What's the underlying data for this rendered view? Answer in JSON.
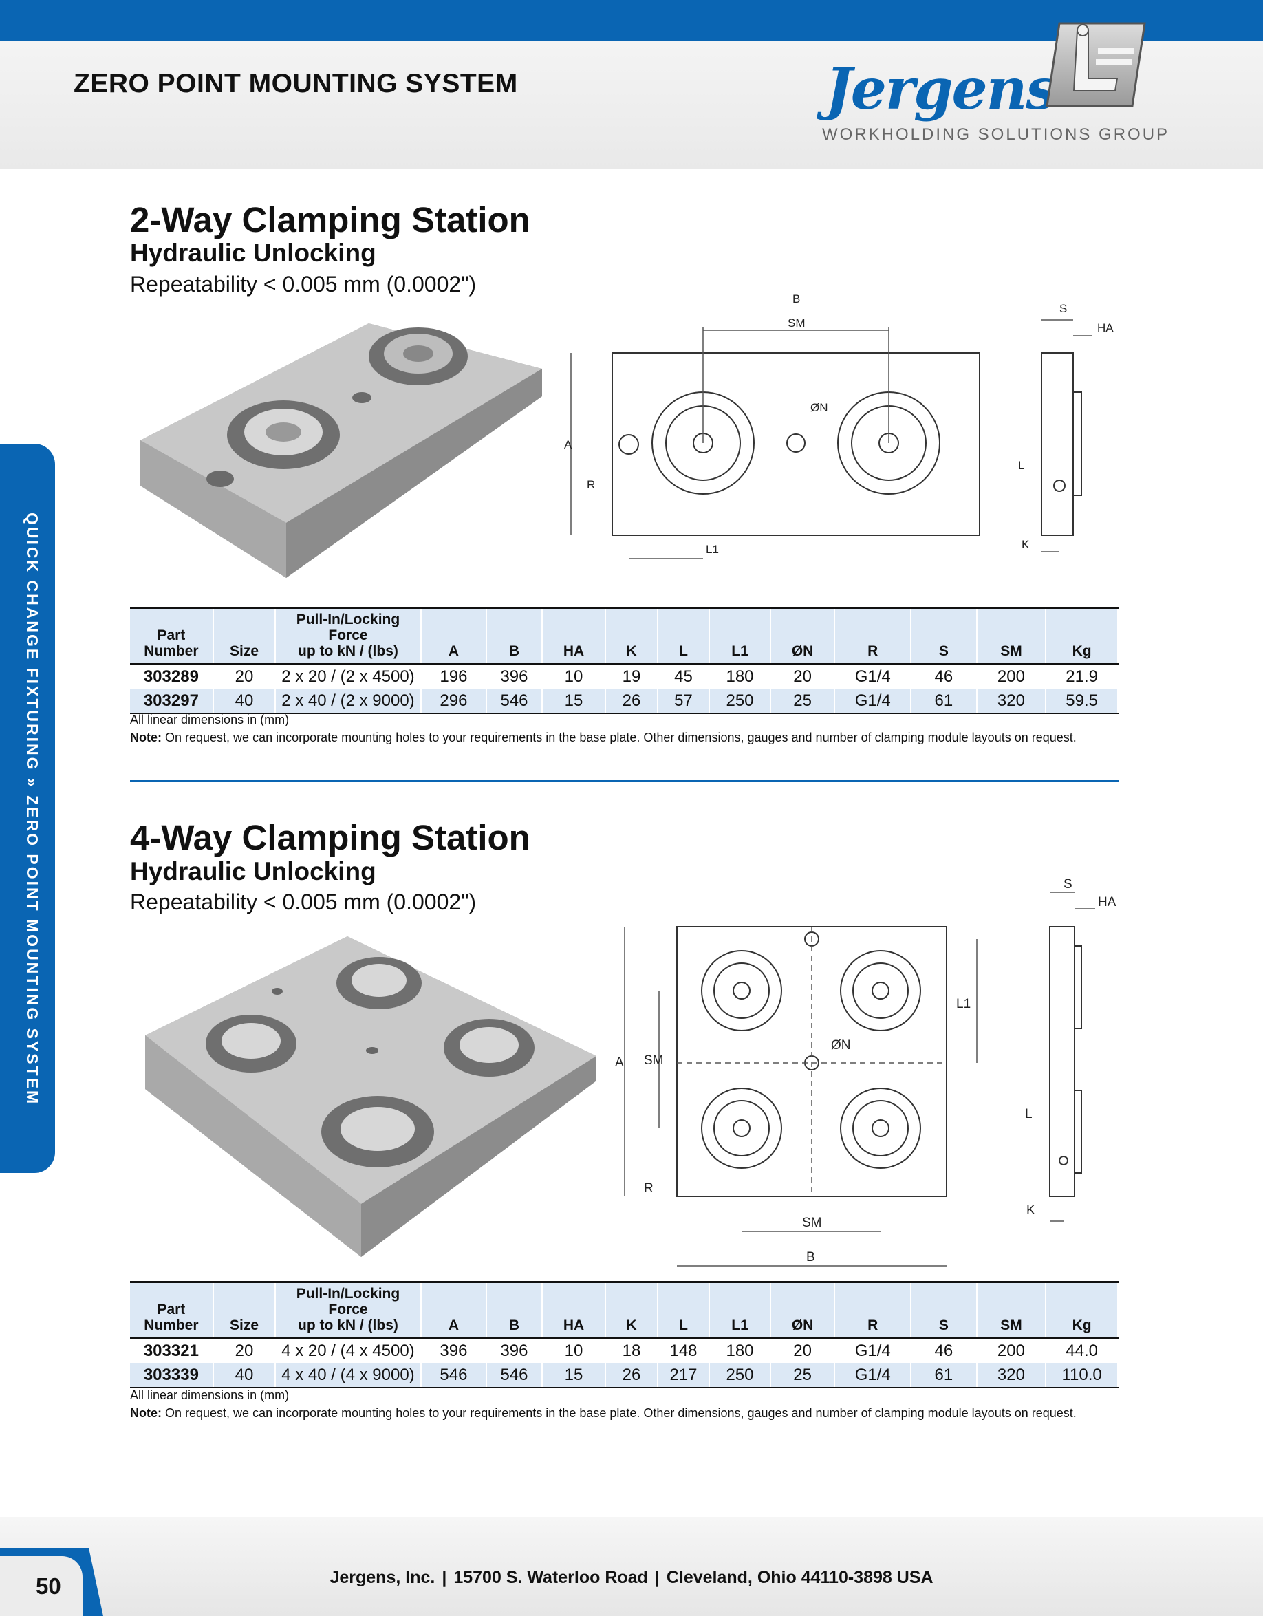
{
  "header": {
    "title": "ZERO POINT MOUNTING SYSTEM",
    "brand": "Jergens",
    "tagline": "WORKHOLDING SOLUTIONS GROUP",
    "accent_color": "#0a65b3"
  },
  "side_tab": {
    "text": "QUICK CHANGE FIXTURING » ZERO POINT MOUNTING SYSTEM"
  },
  "headers": {
    "part_number_l1": "Part",
    "part_number_l2": "Number",
    "size": "Size",
    "force_l1": "Pull-In/Locking Force",
    "force_l2": "up to kN / (lbs)",
    "a": "A",
    "b": "B",
    "ha": "HA",
    "k": "K",
    "l": "L",
    "l1": "L1",
    "on": "ØN",
    "r": "R",
    "s": "S",
    "sm": "SM",
    "kg": "Kg"
  },
  "section1": {
    "title": "2-Way Clamping Station",
    "subtitle": "Hydraulic Unlocking",
    "repeatability": "Repeatability < 0.005 mm (0.0002\")",
    "rows": [
      {
        "part": "303289",
        "size": "20",
        "force": "2 x 20 / (2 x 4500)",
        "a": "196",
        "b": "396",
        "ha": "10",
        "k": "19",
        "l": "45",
        "l1": "180",
        "on": "20",
        "r": "G1/4",
        "s": "46",
        "sm": "200",
        "kg": "21.9"
      },
      {
        "part": "303297",
        "size": "40",
        "force": "2 x 40 / (2 x 9000)",
        "a": "296",
        "b": "546",
        "ha": "15",
        "k": "26",
        "l": "57",
        "l1": "250",
        "on": "25",
        "r": "G1/4",
        "s": "61",
        "sm": "320",
        "kg": "59.5"
      }
    ],
    "dims_note": "All linear dimensions in (mm)",
    "note_label": "Note:",
    "note_text": " On request, we can incorporate mounting holes to your requirements in the base plate. Other dimensions, gauges and number of clamping module layouts on request."
  },
  "section2": {
    "title": "4-Way Clamping Station",
    "subtitle": "Hydraulic Unlocking",
    "repeatability": "Repeatability < 0.005 mm (0.0002\")",
    "rows": [
      {
        "part": "303321",
        "size": "20",
        "force": "4 x 20 / (4 x 4500)",
        "a": "396",
        "b": "396",
        "ha": "10",
        "k": "18",
        "l": "148",
        "l1": "180",
        "on": "20",
        "r": "G1/4",
        "s": "46",
        "sm": "200",
        "kg": "44.0"
      },
      {
        "part": "303339",
        "size": "40",
        "force": "4 x 40 / (4 x 9000)",
        "a": "546",
        "b": "546",
        "ha": "15",
        "k": "26",
        "l": "217",
        "l1": "250",
        "on": "25",
        "r": "G1/4",
        "s": "61",
        "sm": "320",
        "kg": "110.0"
      }
    ],
    "dims_note": "All linear dimensions in (mm)",
    "note_label": "Note:",
    "note_text": " On request, we can incorporate mounting holes to your requirements in the base plate. Other dimensions, gauges and number of clamping module layouts on request."
  },
  "drawing_labels": {
    "a": "A",
    "b": "B",
    "sm": "SM",
    "l": "L",
    "l1": "L1",
    "r": "R",
    "s": "S",
    "ha": "HA",
    "k": "K",
    "on": "ØN"
  },
  "footer": {
    "page": "50",
    "company": "Jergens, Inc.",
    "address": "15700 S. Waterloo Road",
    "city": "Cleveland, Ohio 44110-3898 USA",
    "sep": "|"
  }
}
